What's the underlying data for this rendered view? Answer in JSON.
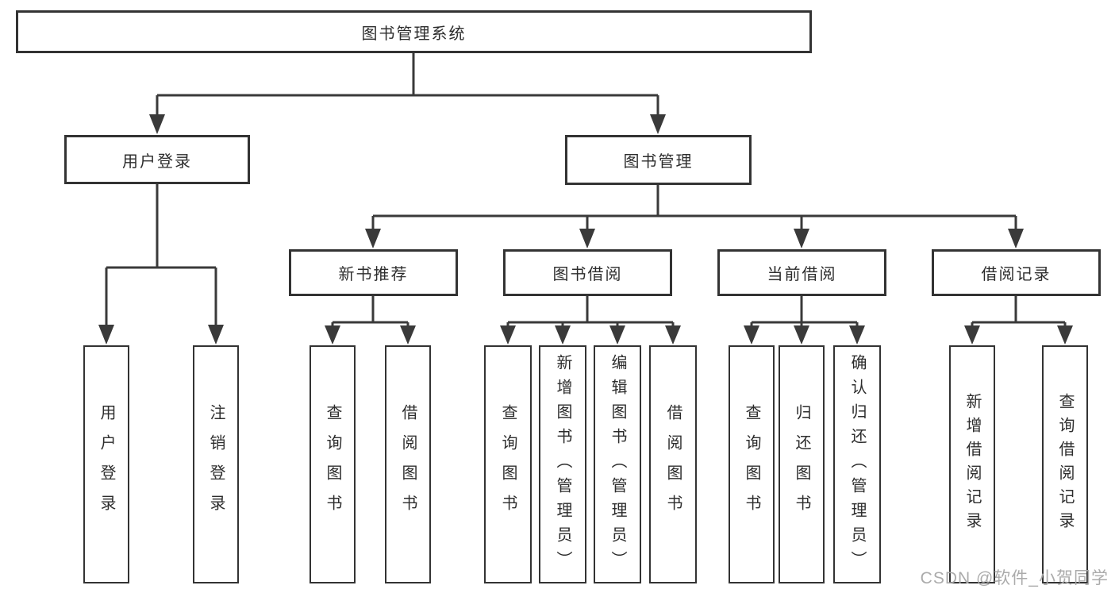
{
  "nodes": {
    "root": "图书管理系统",
    "level1": [
      "用户登录",
      "图书管理"
    ],
    "level2": [
      "新书推荐",
      "图书借阅",
      "当前借阅",
      "借阅记录"
    ],
    "login_children": [
      "用户登录",
      "注销登录"
    ],
    "recommend_children": [
      "查询图书",
      "借阅图书"
    ],
    "borrowing_children": [
      "查询图书",
      "新增图书（管理员）",
      "编辑图书（管理员）",
      "借阅图书"
    ],
    "current_children": [
      "查询图书",
      "归还图书",
      "确认归还（管理员）"
    ],
    "records_children": [
      "新增借阅记录",
      "查询借阅记录"
    ]
  },
  "watermark": "CSDN @软件_小贺同学",
  "colors": {
    "line": "#3a3a3a",
    "box_border": "#333333",
    "text": "#2d2d2d",
    "watermark": "#a6a6a6",
    "background": "#ffffff"
  }
}
